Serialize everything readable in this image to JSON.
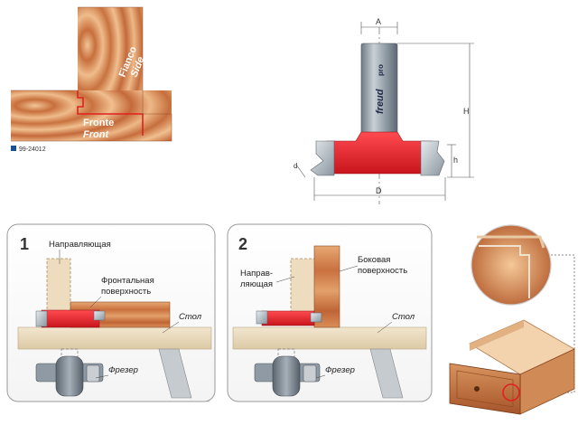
{
  "joint_diagram": {
    "side_label_it": "Fianco",
    "side_label_en": "Side",
    "front_label_it": "Fronte",
    "front_label_en": "Front",
    "catalog_code": "99-24012"
  },
  "bit_drawing": {
    "brand_text": "freud",
    "brand_suffix": "pro",
    "dim_A": "A",
    "dim_H": "H",
    "dim_h": "h",
    "dim_D": "D",
    "dim_d": "d"
  },
  "panel1": {
    "number": "1",
    "label_guide": "Направляющая",
    "label_front_line1": "Фронтальная",
    "label_front_line2": "поверхность",
    "label_table": "Стол",
    "label_router": "Фрезер"
  },
  "panel2": {
    "number": "2",
    "label_guide_line1": "Направ-",
    "label_guide_line2": "ляющая",
    "label_side_line1": "Боковая",
    "label_side_line2": "поверхность",
    "label_table": "Стол",
    "label_router": "Фрезер"
  },
  "colors": {
    "wood_light": "#e9b07e",
    "wood_dark": "#c9703e",
    "bit_red": "#e8202a",
    "steel": "#9aa3ab",
    "table": "#eadbbf",
    "navy": "#1a4f96"
  }
}
